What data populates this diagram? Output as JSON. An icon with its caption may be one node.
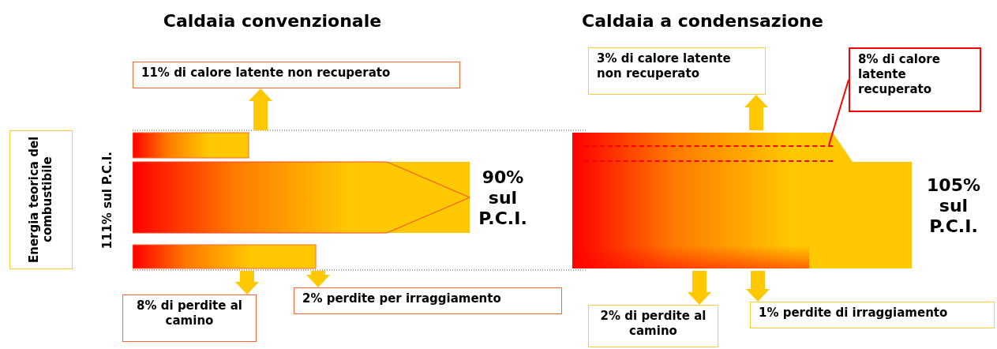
{
  "diagram": {
    "nodes": [
      {
        "text": [
          "Energia teorica del combustibile"
        ]
      },
      {
        "text": [
          "111% sul P.C.I."
        ],
        "beside": [
          "90% sul P.C.I."
        ]
      },
      {
        "text": [
          "11% di calore latente non recuperato"
        ]
      },
      {
        "text": [
          "8% di perdite al camino"
        ]
      },
      {
        "text": [
          "2% perdite per irraggiamento"
        ]
      },
      {
        "text": [],
        "shape": "bar",
        "beside": [
          "105% sul P.C.I."
        ]
      },
      {
        "text": [],
        "shape": "bar",
        "in": 5
      },
      {
        "text": [
          "3% di calore latente non recuperato"
        ]
      },
      {
        "text": [
          "8% di calore latente recuperato"
        ]
      },
      {
        "text": [
          "2% di perdite al camino"
        ]
      },
      {
        "text": [
          "1% perdite di irraggiamento"
        ]
      }
    ],
    "edges": [
      {
        "from": 1,
        "to": 2,
        "arrow": "to"
      },
      {
        "from": 1,
        "to": 3,
        "arrow": "to"
      },
      {
        "from": 1,
        "to": 4,
        "arrow": "to"
      },
      {
        "from": 5,
        "to": 7,
        "arrow": "to"
      },
      {
        "from": 8,
        "to": 6,
        "arrow": "none",
        "color": "#ff0000"
      },
      {
        "from": 5,
        "to": 9,
        "arrow": "to"
      },
      {
        "from": 5,
        "to": 10,
        "arrow": "to"
      }
    ],
    "labels": [
      "Caldaia convenzionale",
      "Caldaia a condensazione"
    ]
  }
}
